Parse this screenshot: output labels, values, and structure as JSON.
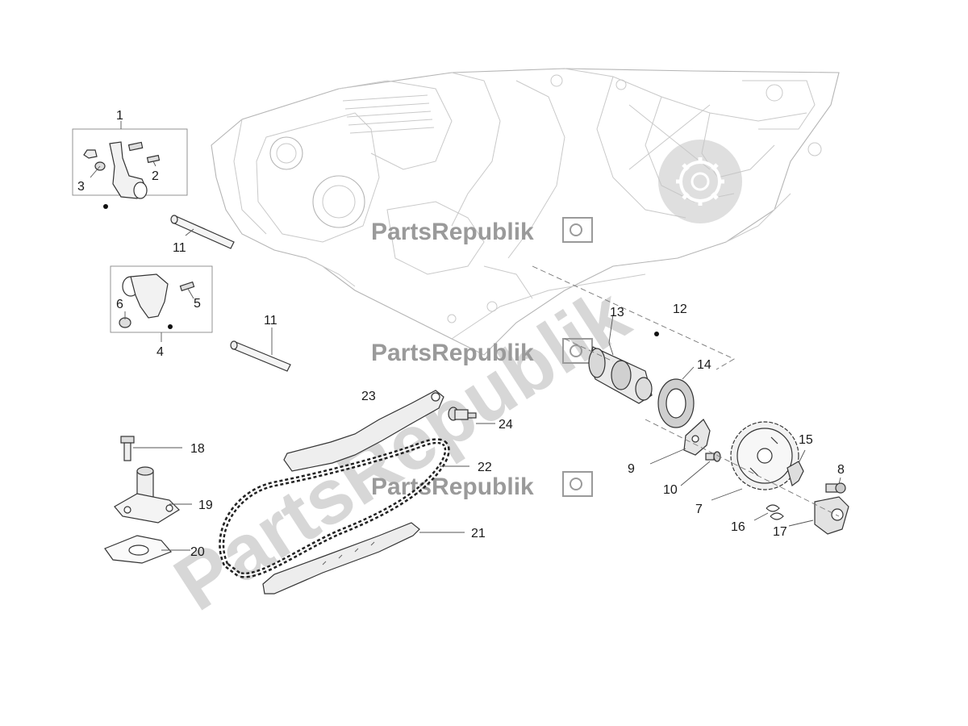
{
  "watermark": {
    "brand": "PartsRepublik"
  },
  "callouts": [
    "1",
    "2",
    "3",
    "11",
    "6",
    "5",
    "4",
    "11",
    "12",
    "13",
    "14",
    "23",
    "24",
    "18",
    "22",
    "19",
    "20",
    "21",
    "9",
    "10",
    "7",
    "15",
    "8",
    "16",
    "17"
  ],
  "colors": {
    "engine_line": "#c9c9c9",
    "part_line": "#333333",
    "watermark": "#9a9a9a",
    "leader": "#555555"
  }
}
